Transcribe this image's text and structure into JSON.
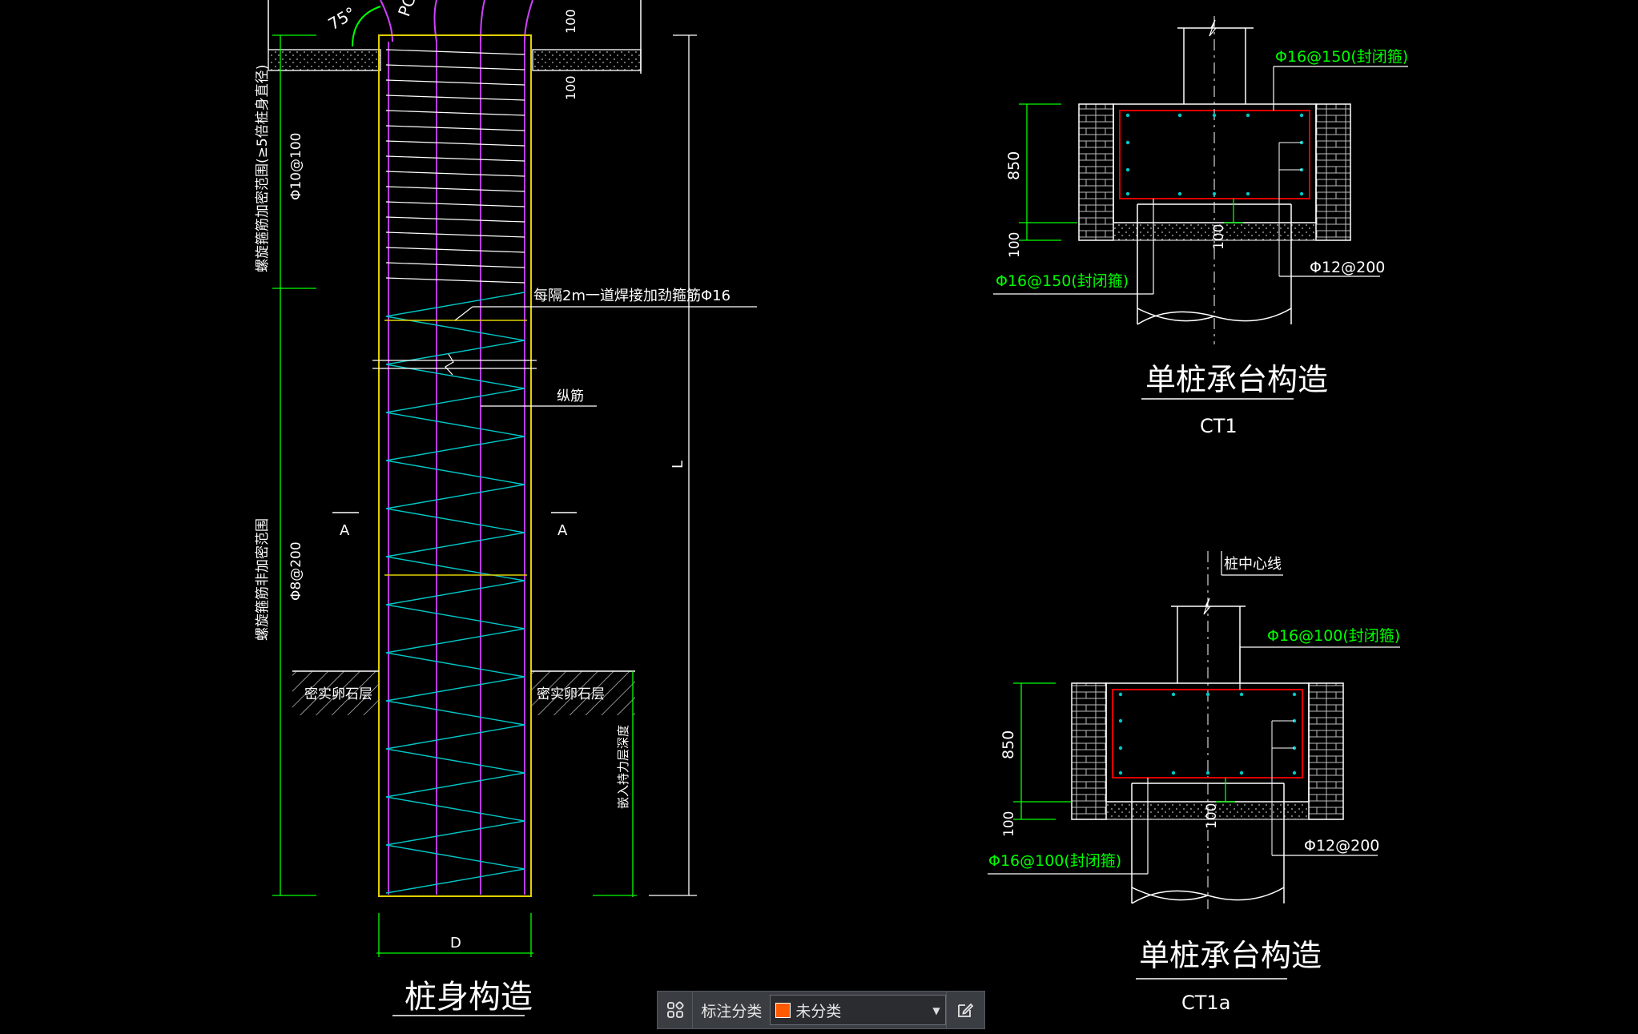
{
  "colors": {
    "line_white": "#ffffff",
    "line_green": "#00ff00",
    "line_cyan": "#00c8c8",
    "line_magenta": "#d040ff",
    "line_yellow": "#e0d000",
    "line_red": "#e00000",
    "hatch": "#cfcfcf",
    "swatch": "#ff5a00"
  },
  "pile": {
    "title": "桩身构造",
    "angle": "75°",
    "spiral_dense": "螺旋箍筋加密范围(≥5倍桩身直径)",
    "spiral_dense_spec": "Φ10@100",
    "spiral_sparse": "螺旋箍筋非加密范围",
    "spiral_sparse_spec": "Φ8@200",
    "dim_top": "100",
    "dim_top2": "100",
    "stiffener": "每隔2m一道焊接加劲箍筋Φ16",
    "longitudinal": "纵筋",
    "section_left": "A",
    "section_right": "A",
    "length": "L",
    "layer_left": "密实卵石层",
    "layer_right": "密实卵石层",
    "embed": "嵌入持力层深度",
    "diameter": "D",
    "pc_label": "PC"
  },
  "ct1": {
    "title": "单桩承台构造",
    "code": "CT1",
    "top_spec": "Φ16@150(封闭箍)",
    "left_spec": "Φ16@150(封闭箍)",
    "right_spec": "Φ12@200",
    "dim_850": "850",
    "dim_100": "100",
    "dim_100b": "100"
  },
  "ct1a": {
    "title": "单桩承台构造",
    "code": "CT1a",
    "center_line": "桩中心线",
    "top_spec": "Φ16@100(封闭箍)",
    "left_spec": "Φ16@100(封闭箍)",
    "right_spec": "Φ12@200",
    "dim_850": "850",
    "dim_100": "100",
    "dim_100b": "100"
  },
  "toolbar": {
    "label": "标注分类",
    "selected": "未分类",
    "layers_icon": "layers-icon",
    "edit_icon": "edit-icon"
  }
}
